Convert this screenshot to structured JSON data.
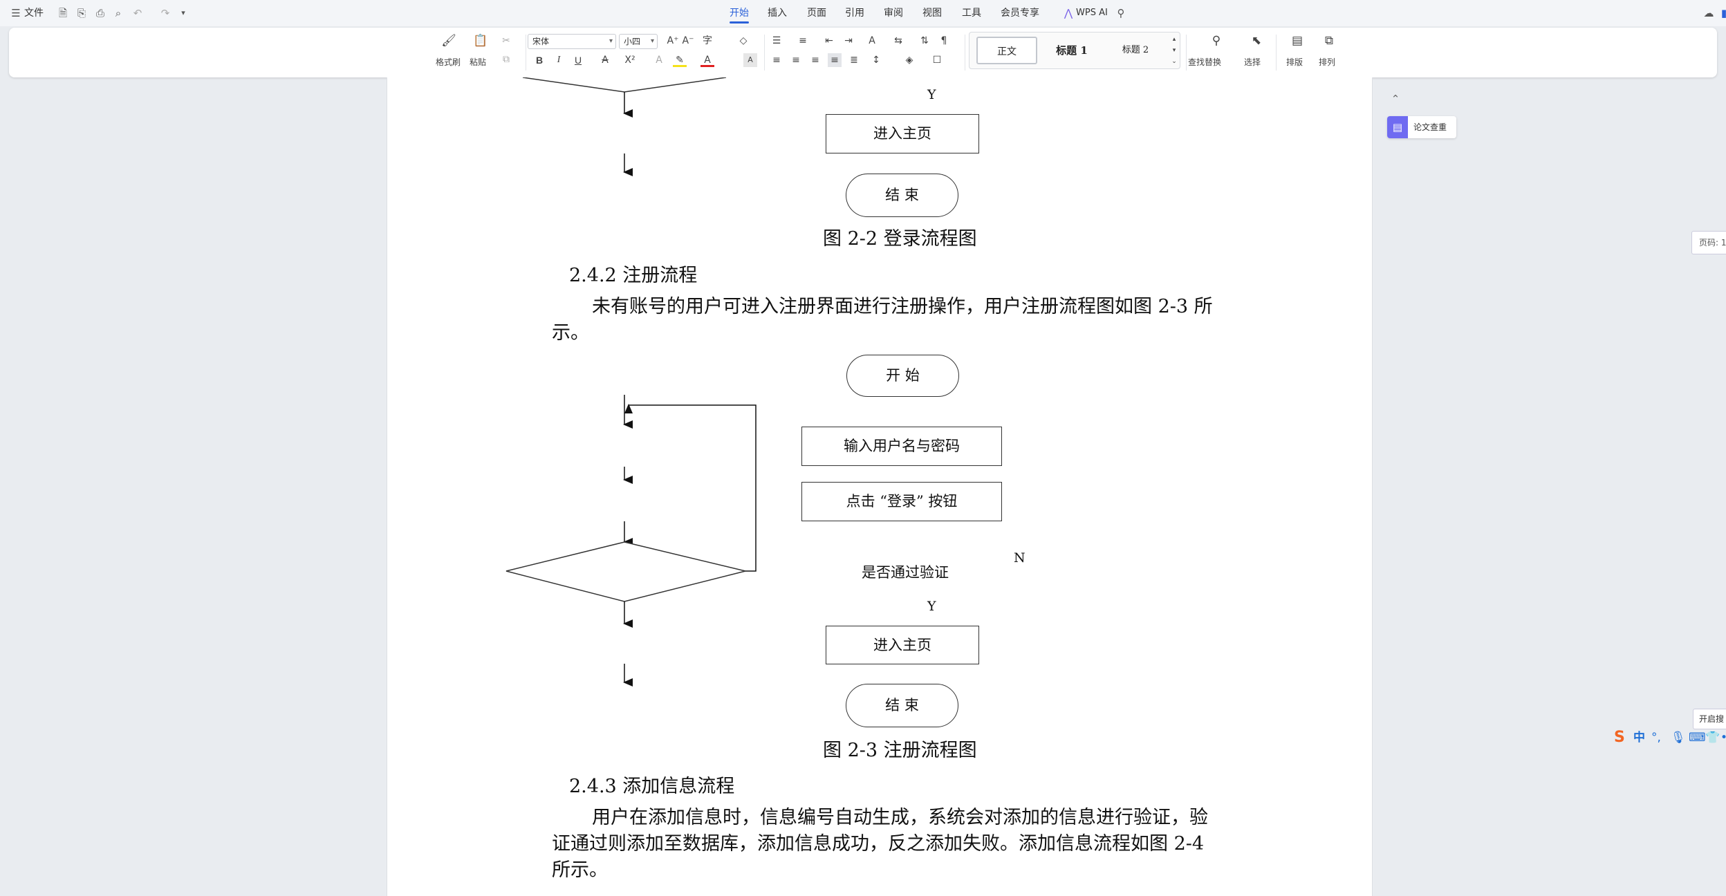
{
  "menubar": {
    "file_label": "文件",
    "tabs": [
      "开始",
      "插入",
      "页面",
      "引用",
      "审阅",
      "视图",
      "工具",
      "会员专享"
    ],
    "active_tab": "开始",
    "wps_ai_label": "WPS AI"
  },
  "ribbon": {
    "format_painter": "格式刷",
    "paste": "粘贴",
    "font_name": "宋体",
    "font_size": "小四",
    "styles": [
      "正文",
      "标题 1",
      "标题 2"
    ],
    "find_replace": "查找替换",
    "select": "选择",
    "layout": "排版",
    "arrange": "排列",
    "bold": "B",
    "italic": "I",
    "underline": "U"
  },
  "document": {
    "fig22": {
      "branch_yes": "Y",
      "enter_home": "进入主页",
      "end": "结 束",
      "caption": "图 2-2  登录流程图"
    },
    "sec242_heading": "2.4.2  注册流程",
    "sec242_para_line1": "未有账号的用户可进入注册界面进行注册操作，用户注册流程图如图 2-3 所",
    "sec242_para_line2": "示。",
    "fig23": {
      "start": "开 始",
      "input": "输入用户名与密码",
      "click": "点击 “登录” 按钮",
      "decision": "是否通过验证",
      "branch_no": "N",
      "branch_yes": "Y",
      "enter_home": "进入主页",
      "end": "结 束",
      "caption": "图 2-3  注册流程图"
    },
    "sec243_heading": "2.4.3  添加信息流程",
    "sec243_para_line1": "用户在添加信息时，信息编号自动生成，系统会对添加的信息进行验证，验",
    "sec243_para_line2": "证通过则添加至数据库，添加信息成功，反之添加失败。添加信息流程如图 2-4",
    "sec243_para_line3": "所示。"
  },
  "side": {
    "paper_check": "论文查重",
    "page_label": "页码: 1",
    "open_search": "开启搜",
    "ime_lang": "中"
  },
  "colors": {
    "accent": "#2b61d9",
    "paper_check_icon": "#6f6bf1",
    "sogou": "#f26522",
    "ime_blue": "#1f6fd6"
  }
}
